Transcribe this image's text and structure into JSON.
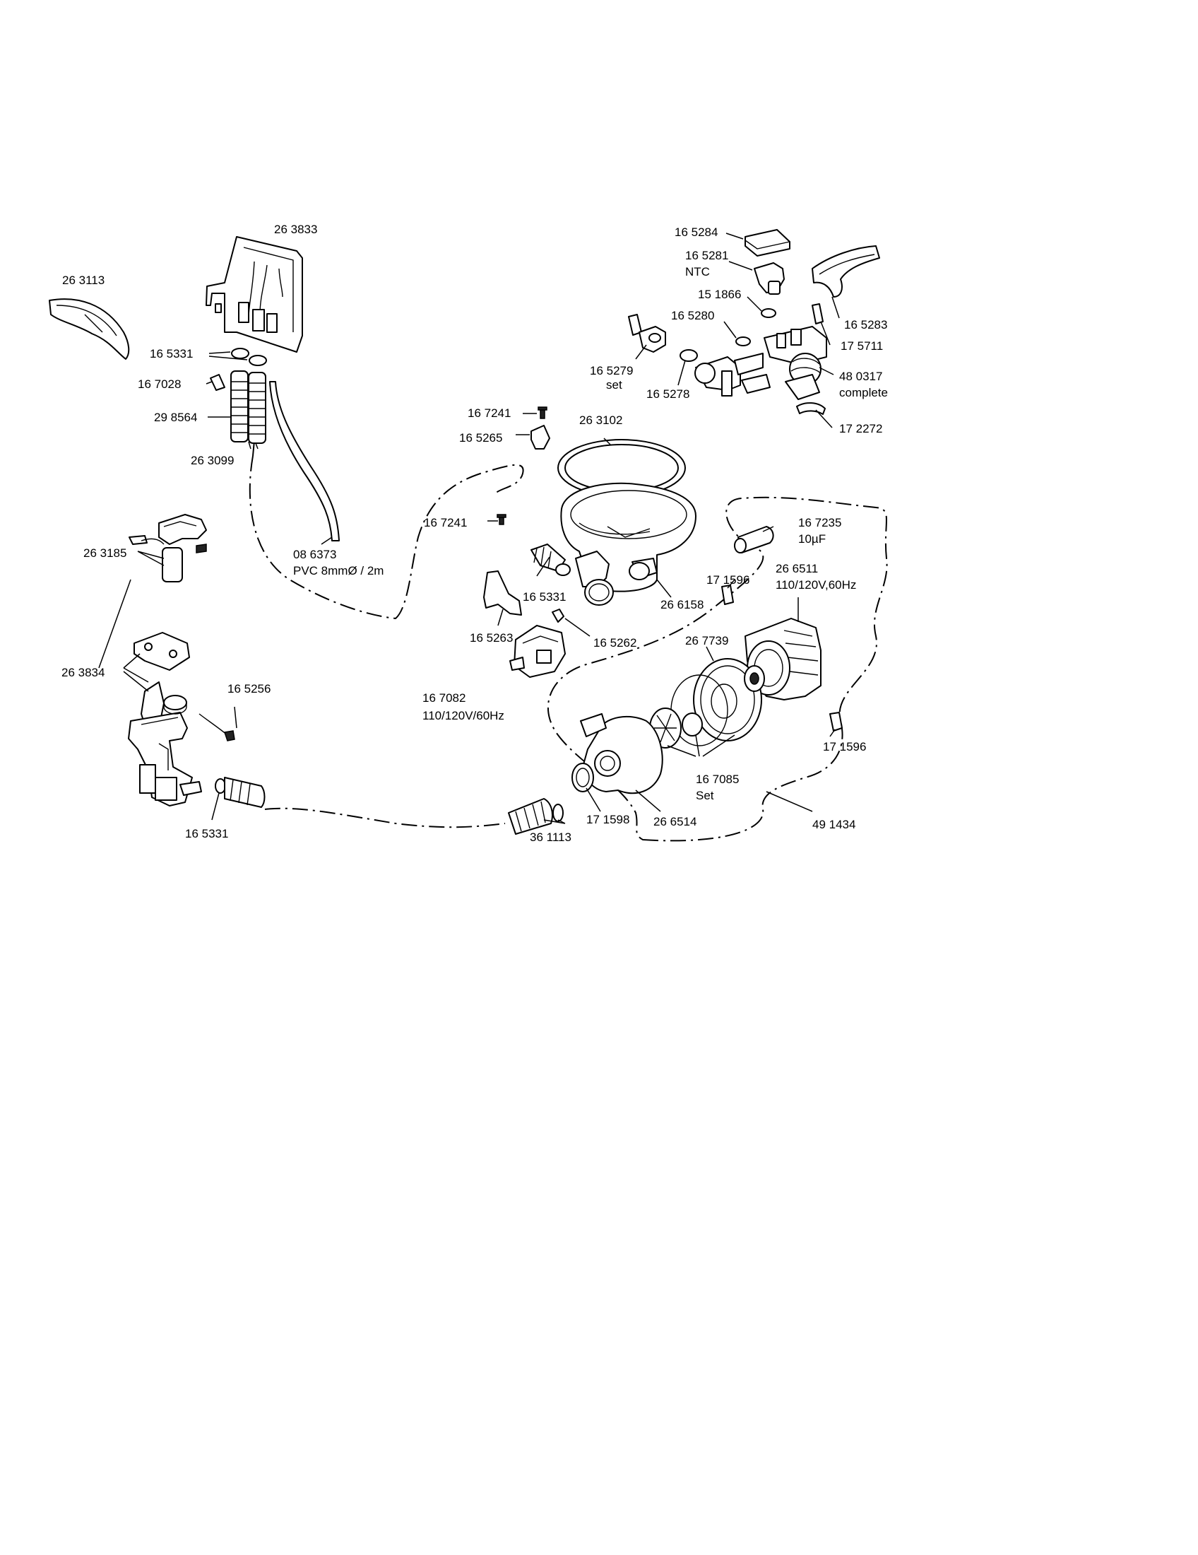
{
  "labels": {
    "p_263833": "26 3833",
    "p_263113": "26 3113",
    "p_165331_a": "16 5331",
    "p_167028": "16 7028",
    "p_298564": "29 8564",
    "p_263099": "26 3099",
    "p_086373": "08 6373",
    "p_086373_spec": "PVC 8mmØ / 2m",
    "p_263185": "26 3185",
    "p_263834": "26 3834",
    "p_165256": "16 5256",
    "p_165331_c": "16 5331",
    "p_165284": "16 5284",
    "p_165281": "16 5281",
    "p_165281_note": "NTC",
    "p_151866": "15 1866",
    "p_165280": "16 5280",
    "p_165283": "16 5283",
    "p_175711": "17 5711",
    "p_165279": "16 5279",
    "p_165279_note": "set",
    "p_165278": "16 5278",
    "p_480317": "48 0317",
    "p_480317_note": "complete",
    "p_172272": "17 2272",
    "p_167241_a": "16 7241",
    "p_165265": "16 5265",
    "p_263102": "26 3102",
    "p_167241_b": "16 7241",
    "p_165331_b": "16 5331",
    "p_266158": "26 6158",
    "p_165263": "16 5263",
    "p_165262": "16 5262",
    "p_167082": "16 7082",
    "p_167082_spec": "110/120V/60Hz",
    "p_167235": "16 7235",
    "p_167235_spec": "10µF",
    "p_171596_a": "17 1596",
    "p_266511": "26 6511",
    "p_266511_spec": "110/120V,60Hz",
    "p_267739": "26 7739",
    "p_167085": "16 7085",
    "p_167085_note": "Set",
    "p_171596_b": "17 1596",
    "p_171598": "17 1598",
    "p_266514": "26 6514",
    "p_361113": "36 1113",
    "p_491434": "49 1434"
  }
}
